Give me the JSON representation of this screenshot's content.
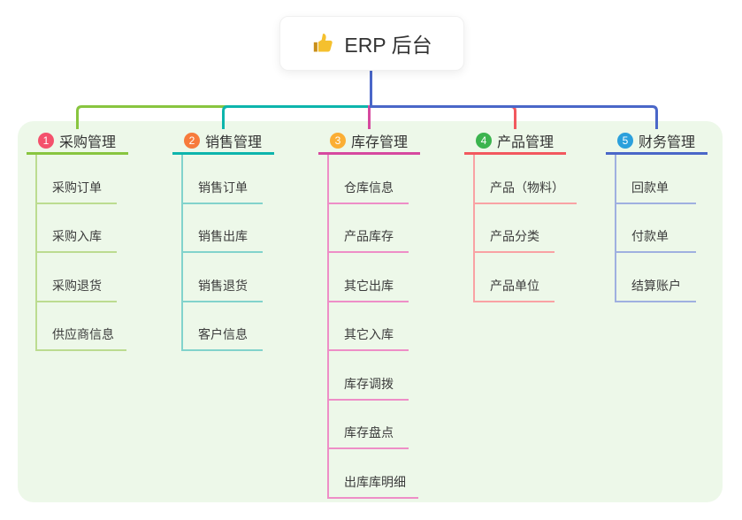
{
  "root": {
    "icon": "thumbs-up",
    "label": "ERP 后台"
  },
  "branches": [
    {
      "index": "1",
      "label": "采购管理",
      "badge_color": "#f4516c",
      "line_color": "#88c53f",
      "child_line_color": "#bcdc90",
      "children": [
        "采购订单",
        "采购入库",
        "采购退货",
        "供应商信息"
      ]
    },
    {
      "index": "2",
      "label": "销售管理",
      "badge_color": "#f77b3c",
      "line_color": "#0db5ac",
      "child_line_color": "#82d3cc",
      "children": [
        "销售订单",
        "销售出库",
        "销售退货",
        "客户信息"
      ]
    },
    {
      "index": "3",
      "label": "库存管理",
      "badge_color": "#fbae34",
      "line_color": "#d6499f",
      "child_line_color": "#ee8ec7",
      "children": [
        "仓库信息",
        "产品库存",
        "其它出库",
        "其它入库",
        "库存调拨",
        "库存盘点",
        "出库库明细"
      ]
    },
    {
      "index": "4",
      "label": "产品管理",
      "badge_color": "#3bb44e",
      "line_color": "#f2585e",
      "child_line_color": "#f9a2a4",
      "children": [
        "产品（物料）",
        "产品分类",
        "产品单位"
      ]
    },
    {
      "index": "5",
      "label": "财务管理",
      "badge_color": "#2ba0dc",
      "line_color": "#4a67c8",
      "child_line_color": "#9fb0e0",
      "children": [
        "回款单",
        "付款单",
        "结算账户"
      ]
    }
  ],
  "colors": {
    "panel_bg": "#edf8e9",
    "root_stem": "#4a67c8",
    "topic_text": "#333333",
    "child_text": "#3c3c3c",
    "thumb_gold": "#f5c02e",
    "thumb_cuff": "#c98f1b"
  }
}
